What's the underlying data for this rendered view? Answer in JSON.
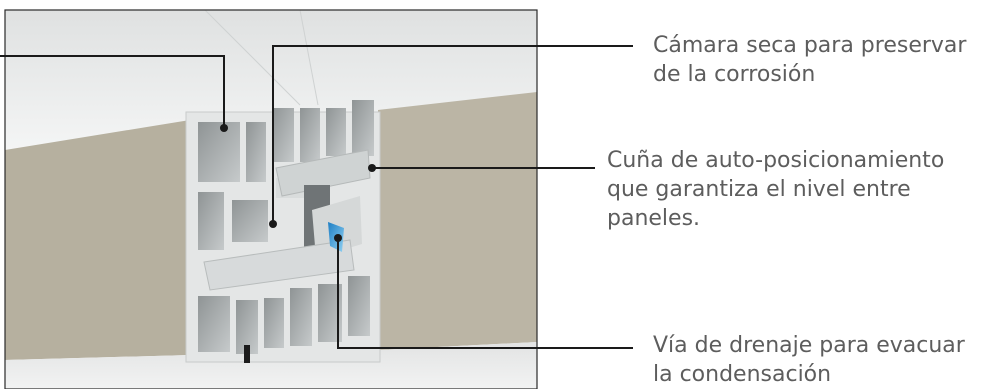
{
  "labels": {
    "camara_seca": [
      "Cámara seca para preservar",
      "de la corrosión"
    ],
    "cuna": [
      "Cuña de auto-posicionamiento",
      "que garantiza el nivel entre",
      "paneles."
    ],
    "via_drenaje": [
      "Vía de drenaje para evacuar",
      "la condensación"
    ]
  },
  "colors": {
    "text": "#5d5d5d",
    "leader_line": "#1a1a1a",
    "panel_face": "#b9b3a3",
    "panel_top": "#e9ebeb",
    "profile": "#e3e5e5",
    "drain_accent": "#3c9ed6"
  }
}
